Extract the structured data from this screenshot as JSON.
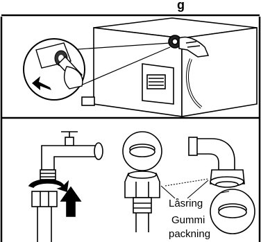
{
  "heading_fragment": "g",
  "labels": {
    "lock_ring": "Låsring",
    "gasket_line1": "Gummi",
    "gasket_line2": "packning"
  }
}
